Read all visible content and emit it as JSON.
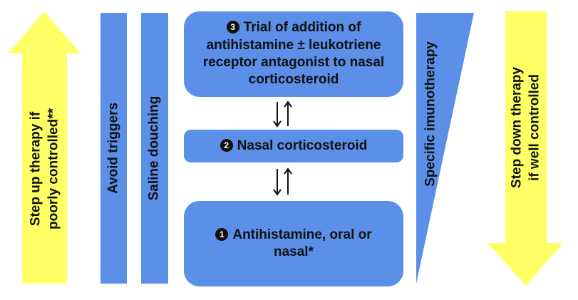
{
  "step_up": {
    "line1": "Step up therapy if",
    "line2": "poorly controlled**"
  },
  "avoid_triggers": "Avoid triggers",
  "saline_douching": "Saline douching",
  "step3": {
    "number": "3",
    "line1": "Trial of addition of",
    "line2": "antihistamine ± leukotriene",
    "line3": "receptor antagonist to nasal",
    "line4": "corticosteroid"
  },
  "step2": {
    "number": "2",
    "text": "Nasal corticosteroid"
  },
  "step1": {
    "number": "1",
    "line1": "Antihistamine, oral or",
    "line2": "nasal*"
  },
  "specific_immunotherapy": "Specific imunotherapy",
  "step_down": {
    "line1": "Step down therapy",
    "line2": "if well controlled"
  },
  "colors": {
    "arrow": "#ffff66",
    "box": "#5b8fe8"
  }
}
